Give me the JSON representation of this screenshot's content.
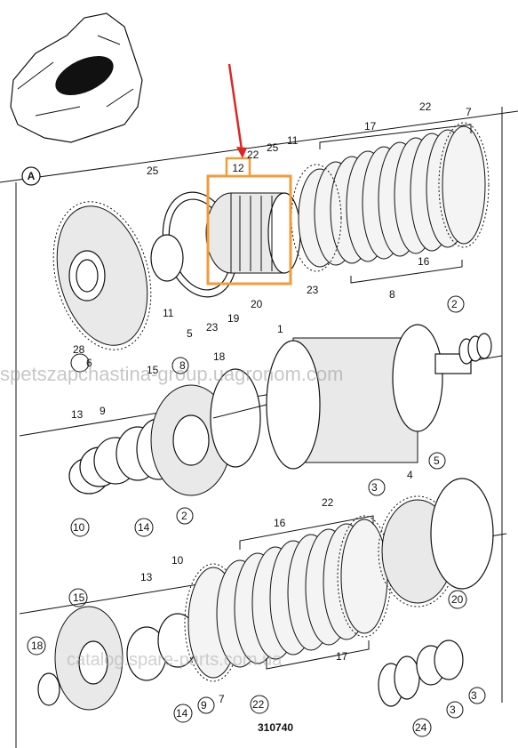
{
  "section_marker": "A",
  "figure_number": "310740",
  "highlight": {
    "label": "12",
    "color": "#f29b38",
    "arrow_color": "#e02424"
  },
  "callouts": {
    "top": [
      "25",
      "12",
      "22",
      "25",
      "11",
      "17",
      "22",
      "7",
      "28",
      "6",
      "11",
      "5",
      "23",
      "19",
      "20",
      "23",
      "16"
    ],
    "middle": [
      "15",
      "8",
      "18",
      "1",
      "8",
      "2",
      "13",
      "9",
      "10",
      "14",
      "2"
    ],
    "bottom": [
      "3",
      "4",
      "5",
      "22",
      "16",
      "10",
      "13",
      "20",
      "15",
      "18",
      "7",
      "9",
      "14",
      "22",
      "17",
      "3",
      "3",
      "24"
    ]
  },
  "watermarks": {
    "main": "spetszapchastina-group.uagronom.com",
    "secondary": "catalog.spare-parts.com.ua"
  }
}
